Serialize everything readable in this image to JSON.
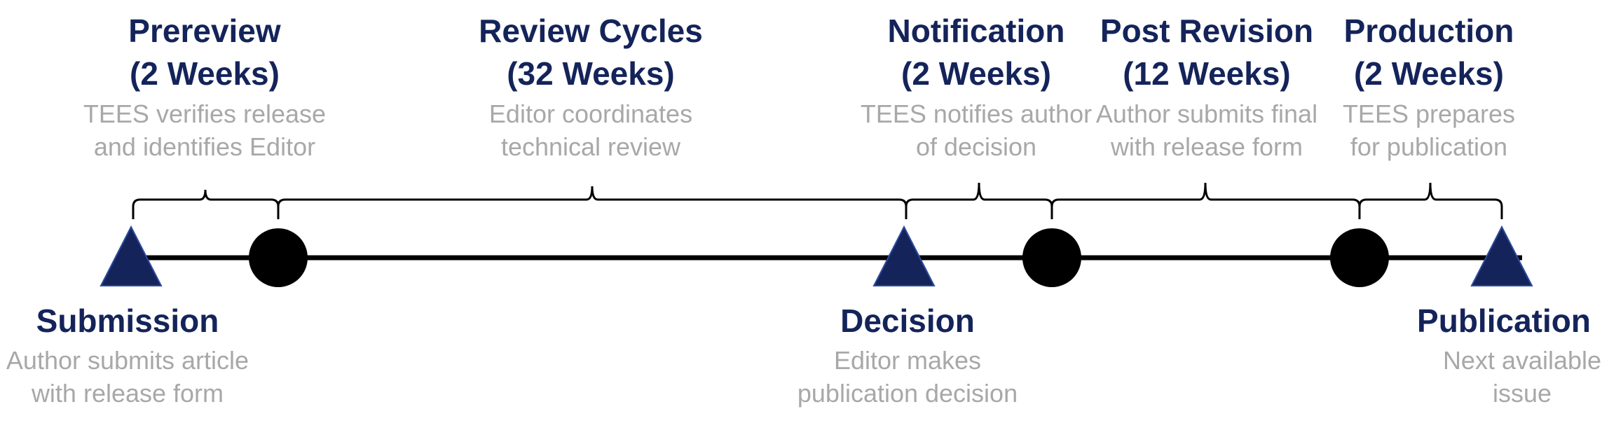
{
  "colors": {
    "navy": "#14245a",
    "gray_text": "#a8a8a8",
    "line": "#000000"
  },
  "phases": [
    {
      "title_line1": "Prereview",
      "title_line2": "(2 Weeks)",
      "desc_line1": "TEES verifies release",
      "desc_line2": "and identifies Editor"
    },
    {
      "title_line1": "Review Cycles",
      "title_line2": "(32 Weeks)",
      "desc_line1": "Editor coordinates",
      "desc_line2": "technical review"
    },
    {
      "title_line1": "Notification",
      "title_line2": "(2 Weeks)",
      "desc_line1": "TEES notifies author",
      "desc_line2": "of decision"
    },
    {
      "title_line1": "Post Revision",
      "title_line2": "(12 Weeks)",
      "desc_line1": "Author submits final",
      "desc_line2": "with release form"
    },
    {
      "title_line1": "Production",
      "title_line2": "(2 Weeks)",
      "desc_line1": "TEES prepares",
      "desc_line2": "for publication"
    }
  ],
  "milestones": [
    {
      "title": "Submission",
      "desc_line1": "Author submits article",
      "desc_line2": "with release form",
      "marker": "triangle"
    },
    {
      "title": "Decision",
      "desc_line1": "Editor makes",
      "desc_line2": "publication decision",
      "marker": "triangle"
    },
    {
      "title": "Publication",
      "desc_line1": "Next available",
      "desc_line2": "issue",
      "marker": "triangle"
    }
  ]
}
